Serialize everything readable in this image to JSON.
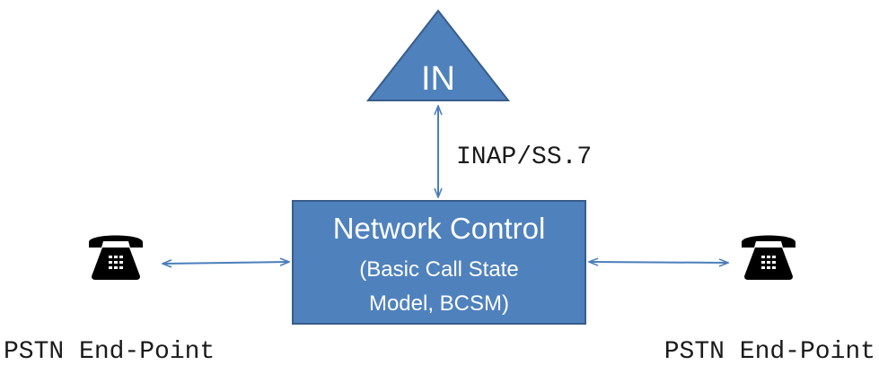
{
  "diagram": {
    "in_node": {
      "label": "IN"
    },
    "network_control": {
      "title": "Network Control",
      "subtitle_line1": "(Basic Call State",
      "subtitle_line2": "Model, BCSM)"
    },
    "protocol_label": "INAP/SS.7",
    "left_endpoint": {
      "label": "PSTN End-Point",
      "icon": "telephone-icon"
    },
    "right_endpoint": {
      "label": "PSTN End-Point",
      "icon": "telephone-icon"
    }
  },
  "colors": {
    "node_fill": "#4f81bd",
    "node_stroke": "#385d8a",
    "connector": "#4a7ebb",
    "phone": "#000000",
    "text_light": "#ffffff",
    "text_dark": "#1a1a1a"
  }
}
